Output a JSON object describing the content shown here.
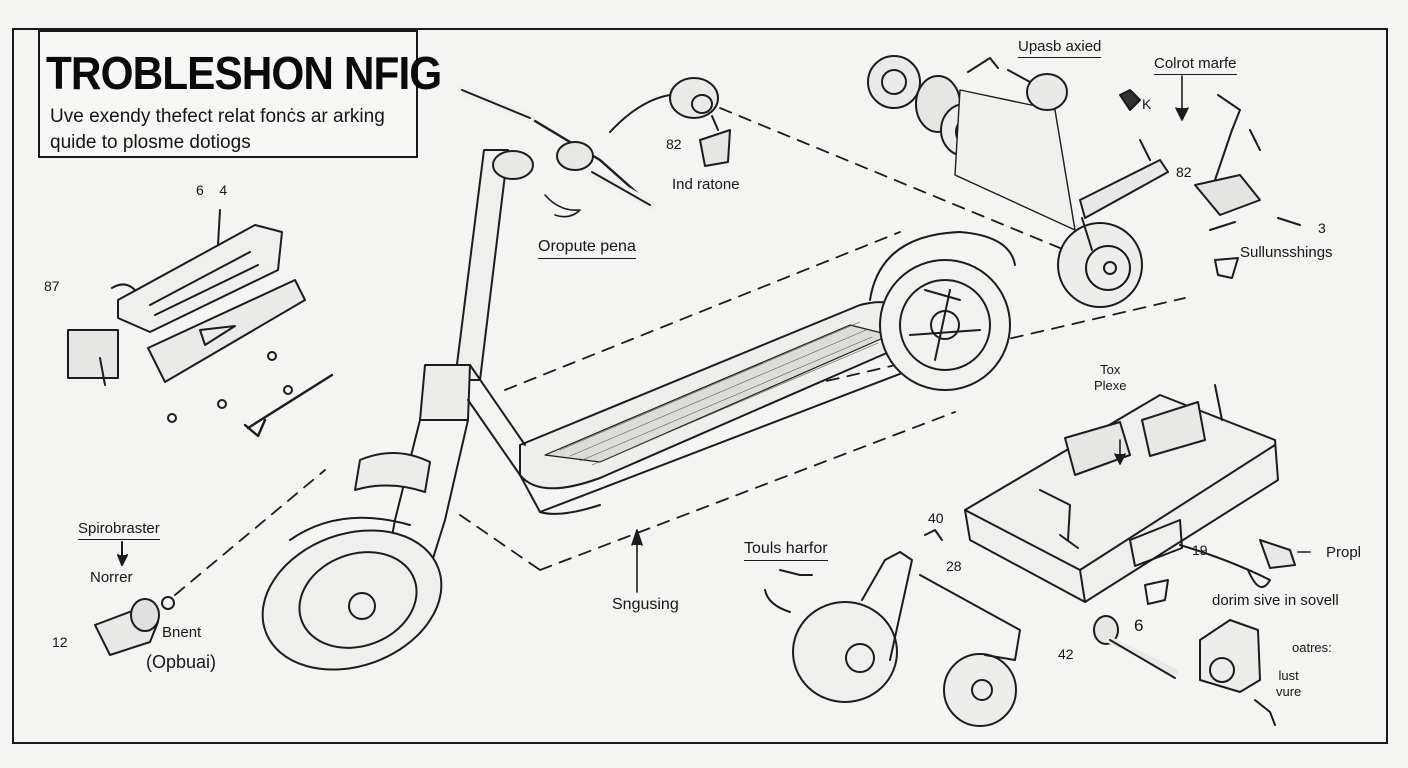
{
  "header": {
    "title": "TROBLESHON NFIG",
    "subtitle": "Uve exendy thefect relat fonċs ar arking quide to plosme dotiogs"
  },
  "labels": {
    "upasb_axied": "Upasb axied",
    "colrot_marfe": "Colrot marfe",
    "ind_ratone": "Ind ratone",
    "oropute_pena": "Oropute pena",
    "sullunsshings": "Sullunsshings",
    "tox_plexe": "Tox\nPlexe",
    "spirobraster": "Spirobraster",
    "norrer": "Norrer",
    "bnent": "Bnent",
    "opbuai": "(Opbuai)",
    "touls_harfor": "Touls harfor",
    "sngusing": "Sngusing",
    "propl": "Propl",
    "dorim_sive": "dorim sive in sovell",
    "oatres": "oatres:",
    "lust_vure": "lust\nvure"
  },
  "callouts": {
    "n6_4": "6    4",
    "n87": "87",
    "n82_top": "82",
    "n82_right": "82",
    "n3": "3",
    "n12": "12",
    "n40": "40",
    "n28": "28",
    "n6": "6",
    "n42": "42",
    "nk": "K",
    "n19": "19"
  },
  "icons": [
    "scooter-diagram",
    "bell-part",
    "brake-lever",
    "wheel-hub",
    "battery-pack",
    "caster-wheel",
    "connector-plug"
  ]
}
